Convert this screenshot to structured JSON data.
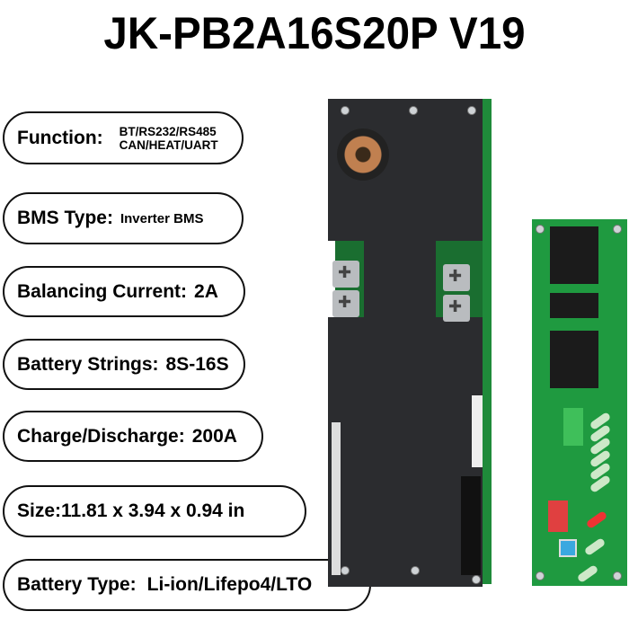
{
  "title": "JK-PB2A16S20P V19",
  "specs": [
    {
      "label": "Function:",
      "value_line1": "BT/RS232/RS485",
      "value_line2": "CAN/HEAT/UART"
    },
    {
      "label": "BMS Type:",
      "value": "Inverter BMS"
    },
    {
      "label": "Balancing Current:",
      "value": "2A"
    },
    {
      "label": "Battery Strings:",
      "value": "8S-16S"
    },
    {
      "label": "Charge/Discharge:",
      "value": "200A"
    },
    {
      "label": "Size:",
      "value": "11.81 x 3.94 x 0.94 in"
    },
    {
      "label": "Battery Type:",
      "value": "Li-ion/Lifepo4/LTO"
    }
  ],
  "colors": {
    "plate": "#2b2c2f",
    "pcb": "#1f9a40"
  }
}
